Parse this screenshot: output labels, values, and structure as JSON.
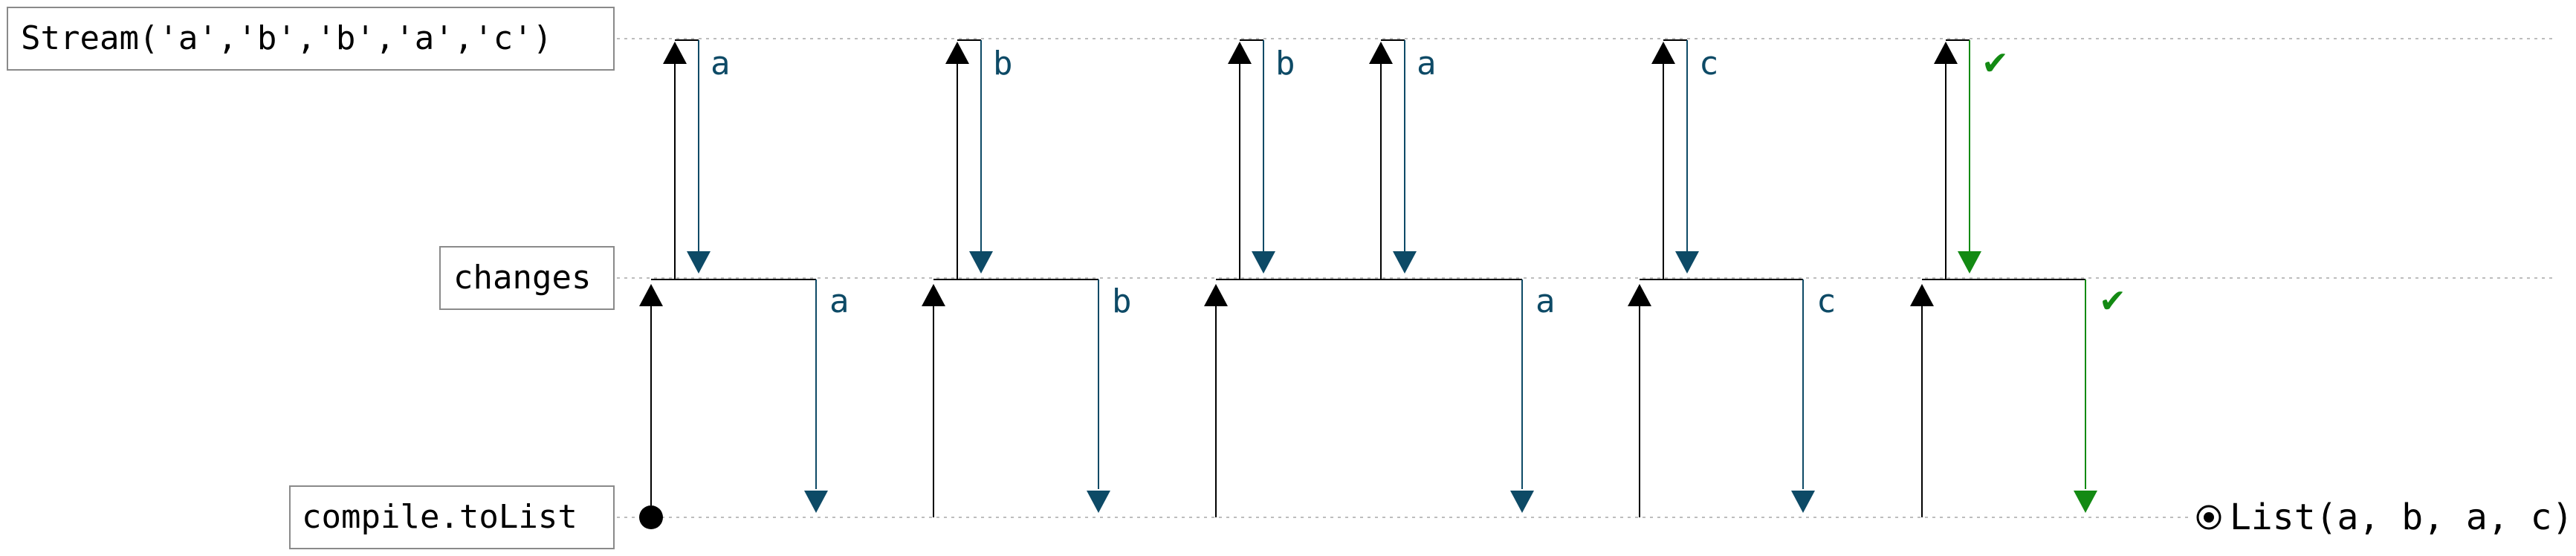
{
  "lanes": [
    {
      "label": "Stream('a','b','b','a','c')"
    },
    {
      "label": "changes"
    },
    {
      "label": "compile.toList"
    }
  ],
  "top_events": [
    {
      "value": "a",
      "kind": "value"
    },
    {
      "value": "b",
      "kind": "value"
    },
    {
      "value": "b",
      "kind": "value"
    },
    {
      "value": "a",
      "kind": "value"
    },
    {
      "value": "c",
      "kind": "value"
    },
    {
      "value": "✔",
      "kind": "done"
    }
  ],
  "mid_events": [
    {
      "value": "a",
      "kind": "value"
    },
    {
      "value": "b",
      "kind": "value"
    },
    {
      "value": "a",
      "kind": "value"
    },
    {
      "value": "c",
      "kind": "value"
    },
    {
      "value": "✔",
      "kind": "done"
    }
  ],
  "result": {
    "value": "List(a, b, a, c)"
  },
  "colors": {
    "value": "#0d4a66",
    "done": "#138a13",
    "pull": "#000000",
    "gridline": "#bdbdbd"
  },
  "icons": {
    "start": "filled-circle-icon",
    "result": "target-circle-icon"
  }
}
